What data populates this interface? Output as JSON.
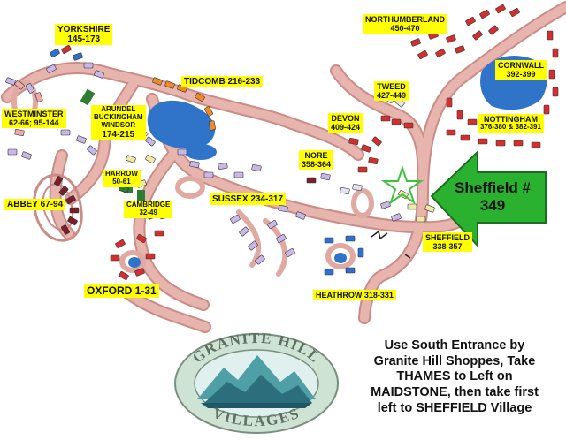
{
  "colors": {
    "road": "#e8b4ae",
    "road_edge": "#c98c86",
    "water": "#2f74c8",
    "grass": "#2e7d32",
    "label_bg": "#ffff00",
    "callout": "#29b12f",
    "callout_edge": "#1b6e1f",
    "star": "#3ec23e"
  },
  "labels": {
    "yorkshire": {
      "name": "YORKSHIRE",
      "range": "145-173"
    },
    "westminster": {
      "name": "WESTMINSTER",
      "range": "62-66; 95-144"
    },
    "arundel": {
      "l1": "ARUNDEL",
      "l2": "BUCKINGHAM",
      "l3": "WINDSOR",
      "range": "174-215"
    },
    "tidcomb": {
      "text": "TIDCOMB 216-233"
    },
    "harrow": {
      "name": "HARROW",
      "range": "50-61"
    },
    "cambridge": {
      "name": "CAMBRIDGE",
      "range": "32-49"
    },
    "abbey": {
      "text": "ABBEY 67-94"
    },
    "sussex": {
      "text": "SUSSEX 234-317"
    },
    "oxford": {
      "text": "OXFORD 1-31"
    },
    "northumberland": {
      "name": "NORTHUMBERLAND",
      "range": "450-470"
    },
    "cornwall": {
      "name": "CORNWALL",
      "range": "392-399"
    },
    "tweed": {
      "name": "TWEED",
      "range": "427-449"
    },
    "devon": {
      "name": "DEVON",
      "range": "409-424"
    },
    "nottingham": {
      "name": "NOTTINGHAM",
      "range": "376-380 & 382-391"
    },
    "nore": {
      "name": "NORE",
      "range": "358-364"
    },
    "sheffield": {
      "name": "SHEFFIELD",
      "range": "338-357"
    },
    "heathrow": {
      "text": "HEATHROW 318-331"
    }
  },
  "callout": {
    "line1": "Sheffield #",
    "line2": "349"
  },
  "directions": [
    "Use South Entrance by",
    "Granite Hill Shoppes, Take",
    "THAMES to Left on",
    "MAIDSTONE, then take first",
    "left to SHEFFIELD Village"
  ],
  "logo": {
    "top_text": "GRANITE HILL",
    "bottom_text": "VILLAGES"
  },
  "icons": {
    "callout": "arrow-left-icon",
    "unit_marker": "star-icon",
    "logo": "mountain-icon"
  }
}
